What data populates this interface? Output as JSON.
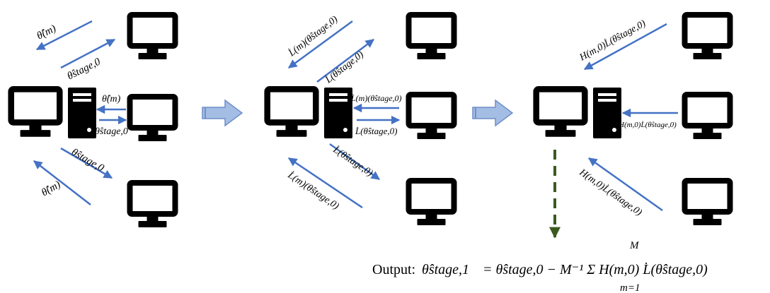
{
  "colors": {
    "arrow": "#4472c4",
    "flow_arrow_fill": "#a4bde4",
    "flow_arrow_stroke": "#6f8fc9",
    "output_arrow": "#3a5a1e",
    "device": "#000000"
  },
  "icons": {
    "server": "desktop-tower-icon",
    "client": "monitor-icon"
  },
  "panel1": {
    "top_up_label": "θ̂(m)",
    "top_down_label": "θ̂stage,0",
    "mid_up_label": "θ̂(m)",
    "mid_down_label": "θ̂stage,0",
    "bot_up_label": "θ̂stage,0",
    "bot_down_label": "θ̂(m)"
  },
  "panel2": {
    "top_up_label": "L̇(m)(θ̂stage,0)",
    "top_down_label": "L̇(θ̂stage,0)",
    "mid_up_label": "L̇(m)(θ̂stage,0)",
    "mid_down_label": "L̇(θ̂stage,0)",
    "bot_up_label": "L̇(θ̂stage,0)",
    "bot_down_label": "L̇(m)(θ̂stage,0)"
  },
  "panel3": {
    "top_label": "H(m,0)L̇(θ̂stage,0)",
    "mid_label": "H(m,0)L̇(θ̂stage,0)",
    "bot_label": "H(m,0)L̇(θ̂stage,0)"
  },
  "output": {
    "prefix": "Output:",
    "formula_lhs": "θ̂stage,1",
    "formula_rhs": "= θ̂stage,0 − M⁻¹ Σ H(m,0) L̇(θ̂stage,0)",
    "sum_upper": "M",
    "sum_lower": "m=1"
  }
}
